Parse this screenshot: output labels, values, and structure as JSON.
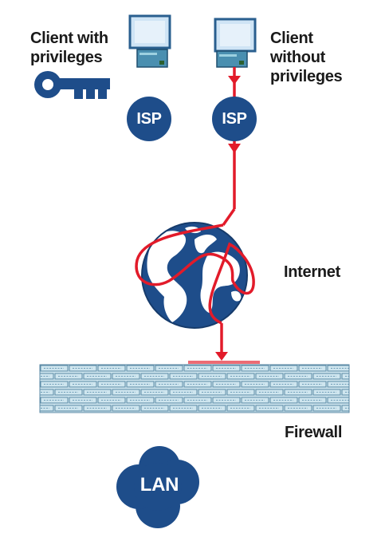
{
  "labels": {
    "client_with": "Client with\nprivileges",
    "client_without": "Client\nwithout\nprivileges",
    "isp_left": "ISP",
    "isp_right": "ISP",
    "internet": "Internet",
    "firewall": "Firewall",
    "lan": "LAN"
  },
  "colors": {
    "navy": "#1e4d8a",
    "route_red": "#e21b2a",
    "screen_fill": "#cfe4f5",
    "brick_fill": "#cfe6ef",
    "brick_line": "#5b8aa6",
    "text": "#1a1a1a"
  },
  "icons": [
    "computer-icon",
    "key-icon",
    "globe-icon",
    "firewall-icon",
    "cloud-icon"
  ]
}
